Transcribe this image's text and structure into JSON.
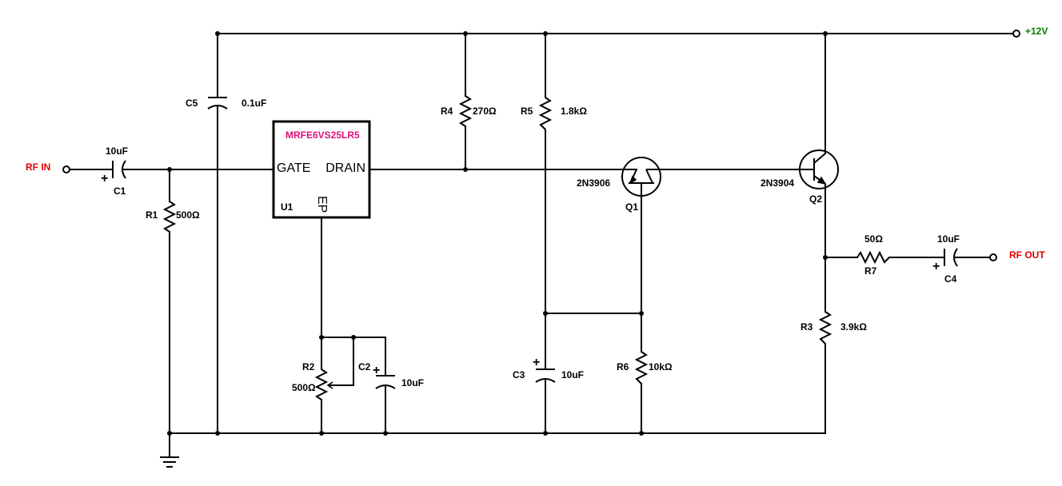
{
  "supply": {
    "label": "+12V",
    "color": "#008000"
  },
  "ports": {
    "rf_in": {
      "label": "RF IN",
      "color": "#e00000"
    },
    "rf_out": {
      "label": "RF OUT",
      "color": "#e00000"
    }
  },
  "u1": {
    "ref": "U1",
    "part": "MRFE6VS25LR5",
    "part_color": "#e0107a",
    "pin_gate": "GATE",
    "pin_drain": "DRAIN",
    "pin_ep": "EP"
  },
  "c1": {
    "ref": "C1",
    "value": "10uF"
  },
  "c2": {
    "ref": "C2",
    "value": "10uF"
  },
  "c3": {
    "ref": "C3",
    "value": "10uF"
  },
  "c4": {
    "ref": "C4",
    "value": "10uF"
  },
  "c5": {
    "ref": "C5",
    "value": "0.1uF"
  },
  "r1": {
    "ref": "R1",
    "value": "500Ω"
  },
  "r2": {
    "ref": "R2",
    "value": "500Ω"
  },
  "r3": {
    "ref": "R3",
    "value": "3.9kΩ"
  },
  "r4": {
    "ref": "R4",
    "value": "270Ω"
  },
  "r5": {
    "ref": "R5",
    "value": "1.8kΩ"
  },
  "r6": {
    "ref": "R6",
    "value": "10kΩ"
  },
  "r7": {
    "ref": "R7",
    "value": "50Ω"
  },
  "q1": {
    "ref": "Q1",
    "part": "2N3906"
  },
  "q2": {
    "ref": "Q2",
    "part": "2N3904"
  },
  "polarity_mark": "+"
}
